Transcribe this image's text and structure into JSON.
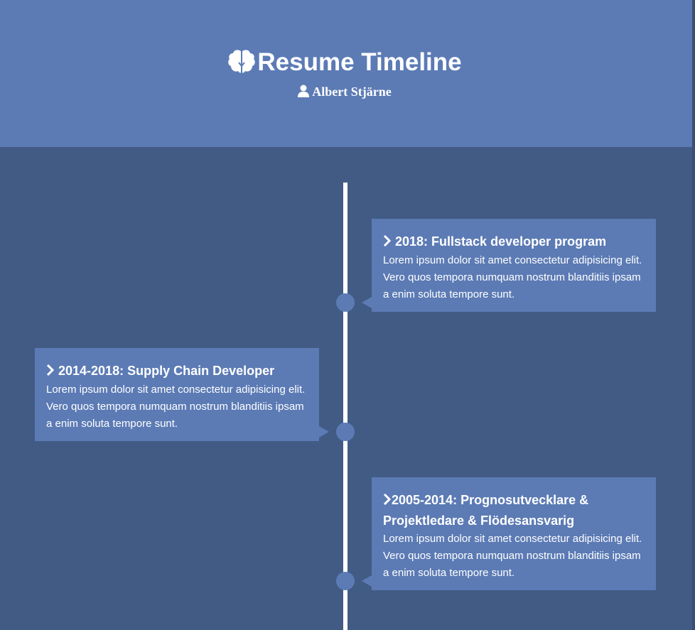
{
  "header": {
    "title": "Resume Timeline",
    "title_icon": "brain-icon",
    "name": "Albert Stjärne",
    "name_icon": "user-icon"
  },
  "colors": {
    "background": "#425b85",
    "header": "#5c7bb5",
    "card": "#5c7bb5",
    "line": "#ffffff",
    "text": "#ffffff"
  },
  "entries": [
    {
      "heading": "2018: Fullstack developer program",
      "body": "Lorem ipsum dolor sit amet consectetur adipisicing elit. Vero quos tempora numquam nostrum blanditiis ipsam a enim soluta tempore sunt.",
      "side": "right",
      "icon": "chevron-right-icon"
    },
    {
      "heading": "2014-2018: Supply Chain Developer",
      "body": "Lorem ipsum dolor sit amet consectetur adipisicing elit. Vero quos tempora numquam nostrum blanditiis ipsam a enim soluta tempore sunt.",
      "side": "left",
      "icon": "chevron-right-icon"
    },
    {
      "heading": "2005-2014: Prognosutvecklare & Projektledare & Flödesansvarig",
      "body": "Lorem ipsum dolor sit amet consectetur adipisicing elit. Vero quos tempora numquam nostrum blanditiis ipsam a enim soluta tempore sunt.",
      "side": "right",
      "icon": "chevron-right-icon"
    }
  ]
}
